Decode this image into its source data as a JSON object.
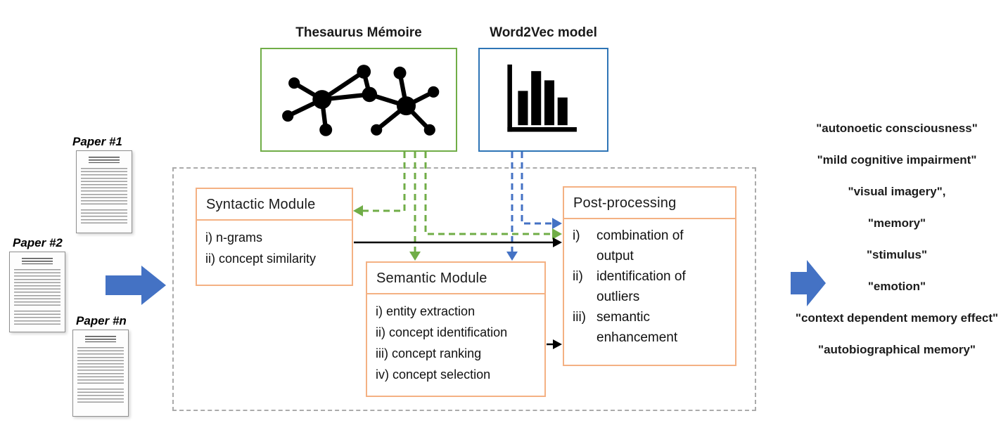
{
  "diagram": {
    "papers": [
      {
        "label": "Paper #1"
      },
      {
        "label": "Paper #2"
      },
      {
        "label": "Paper #n"
      }
    ],
    "resources": {
      "thesaurus": {
        "label": "Thesaurus  Mémoire"
      },
      "word2vec": {
        "label": "Word2Vec model"
      }
    },
    "modules": {
      "syntactic": {
        "title": "Syntactic Module",
        "items": [
          {
            "num": "i)",
            "text": "n-grams"
          },
          {
            "num": "ii)",
            "text": "concept similarity"
          }
        ]
      },
      "semantic": {
        "title": "Semantic Module",
        "items": [
          {
            "num": "i)",
            "text": "entity extraction"
          },
          {
            "num": "ii)",
            "text": "concept identification"
          },
          {
            "num": "iii)",
            "text": "concept ranking"
          },
          {
            "num": "iv)",
            "text": "concept selection"
          }
        ]
      },
      "postprocessing": {
        "title": "Post-processing",
        "items": [
          {
            "num": "i)",
            "text": "combination of output"
          },
          {
            "num": "ii)",
            "text": "identification of outliers"
          },
          {
            "num": "iii)",
            "text": "semantic enhancement"
          }
        ]
      }
    },
    "outputs": [
      "\"autonoetic consciousness\"",
      "\"mild cognitive impairment\"",
      "\"visual imagery\",",
      "\"memory\"",
      "\"stimulus\"",
      "\"emotion\"",
      "\"context dependent memory effect\"",
      "\"autobiographical memory\""
    ],
    "colors": {
      "green": "#70AD47",
      "blue": "#4472C4",
      "blue_border": "#2E75B6",
      "orange": "#F4B183",
      "dashed_gray": "#ABABAB",
      "black": "#000000"
    }
  }
}
